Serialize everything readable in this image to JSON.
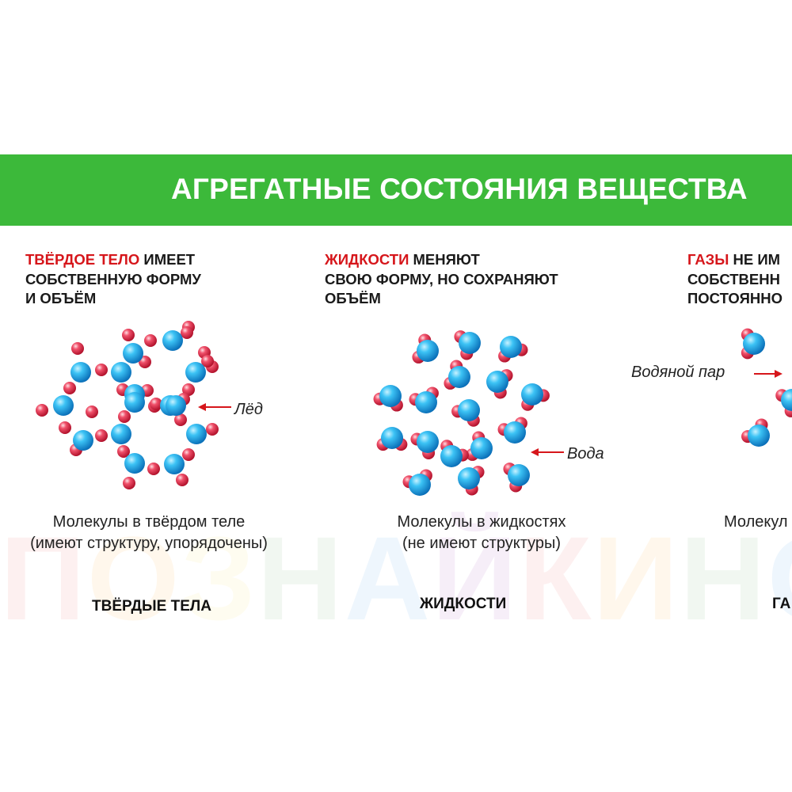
{
  "title": "АГРЕГАТНЫЕ СОСТОЯНИЯ ВЕЩЕСТВА",
  "watermark": {
    "letters": [
      "П",
      "О",
      "З",
      "Н",
      "А",
      "Й",
      "К",
      "И",
      "Н",
      "О"
    ],
    "colors": [
      "#e53935",
      "#ff9800",
      "#fdd835",
      "#43a047",
      "#1e88e5",
      "#8e24aa",
      "#e53935",
      "#ff9800",
      "#43a047",
      "#1e88e5"
    ]
  },
  "colors": {
    "banner": "#3cb93a",
    "accent": "#d6161b",
    "hydrogen": "#e8344a",
    "oxygen": "#17a7e6"
  },
  "columns": [
    {
      "highlight": "ТВЁРДОЕ ТЕЛО",
      "line1_rest": " ИМЕЕТ",
      "line2": "СОБСТВЕННУЮ ФОРМУ",
      "line3": "И ОБЪЁМ",
      "molecule_label": "Лёд",
      "caption_line1": "Молекулы в твёрдом теле",
      "caption_line2": "(имеют структуру, упорядочены)",
      "state_label": "ТВЁРДЫЕ ТЕЛА"
    },
    {
      "highlight": "ЖИДКОСТИ",
      "line1_rest": " МЕНЯЮТ",
      "line2": "СВОЮ ФОРМУ, НО СОХРАНЯЮТ",
      "line3": "ОБЪЁМ",
      "molecule_label": "Вода",
      "caption_line1": "Молекулы в жидкостях",
      "caption_line2": "(не имеют структуры)",
      "state_label": "ЖИДКОСТИ"
    },
    {
      "highlight": "ГАЗЫ",
      "line1_rest": " НЕ ИМ",
      "line2": "СОБСТВЕНН",
      "line3": "ПОСТОЯННО",
      "molecule_label": "Водяной пар",
      "caption_line1": "Молекул",
      "state_label": "ГА"
    }
  ]
}
